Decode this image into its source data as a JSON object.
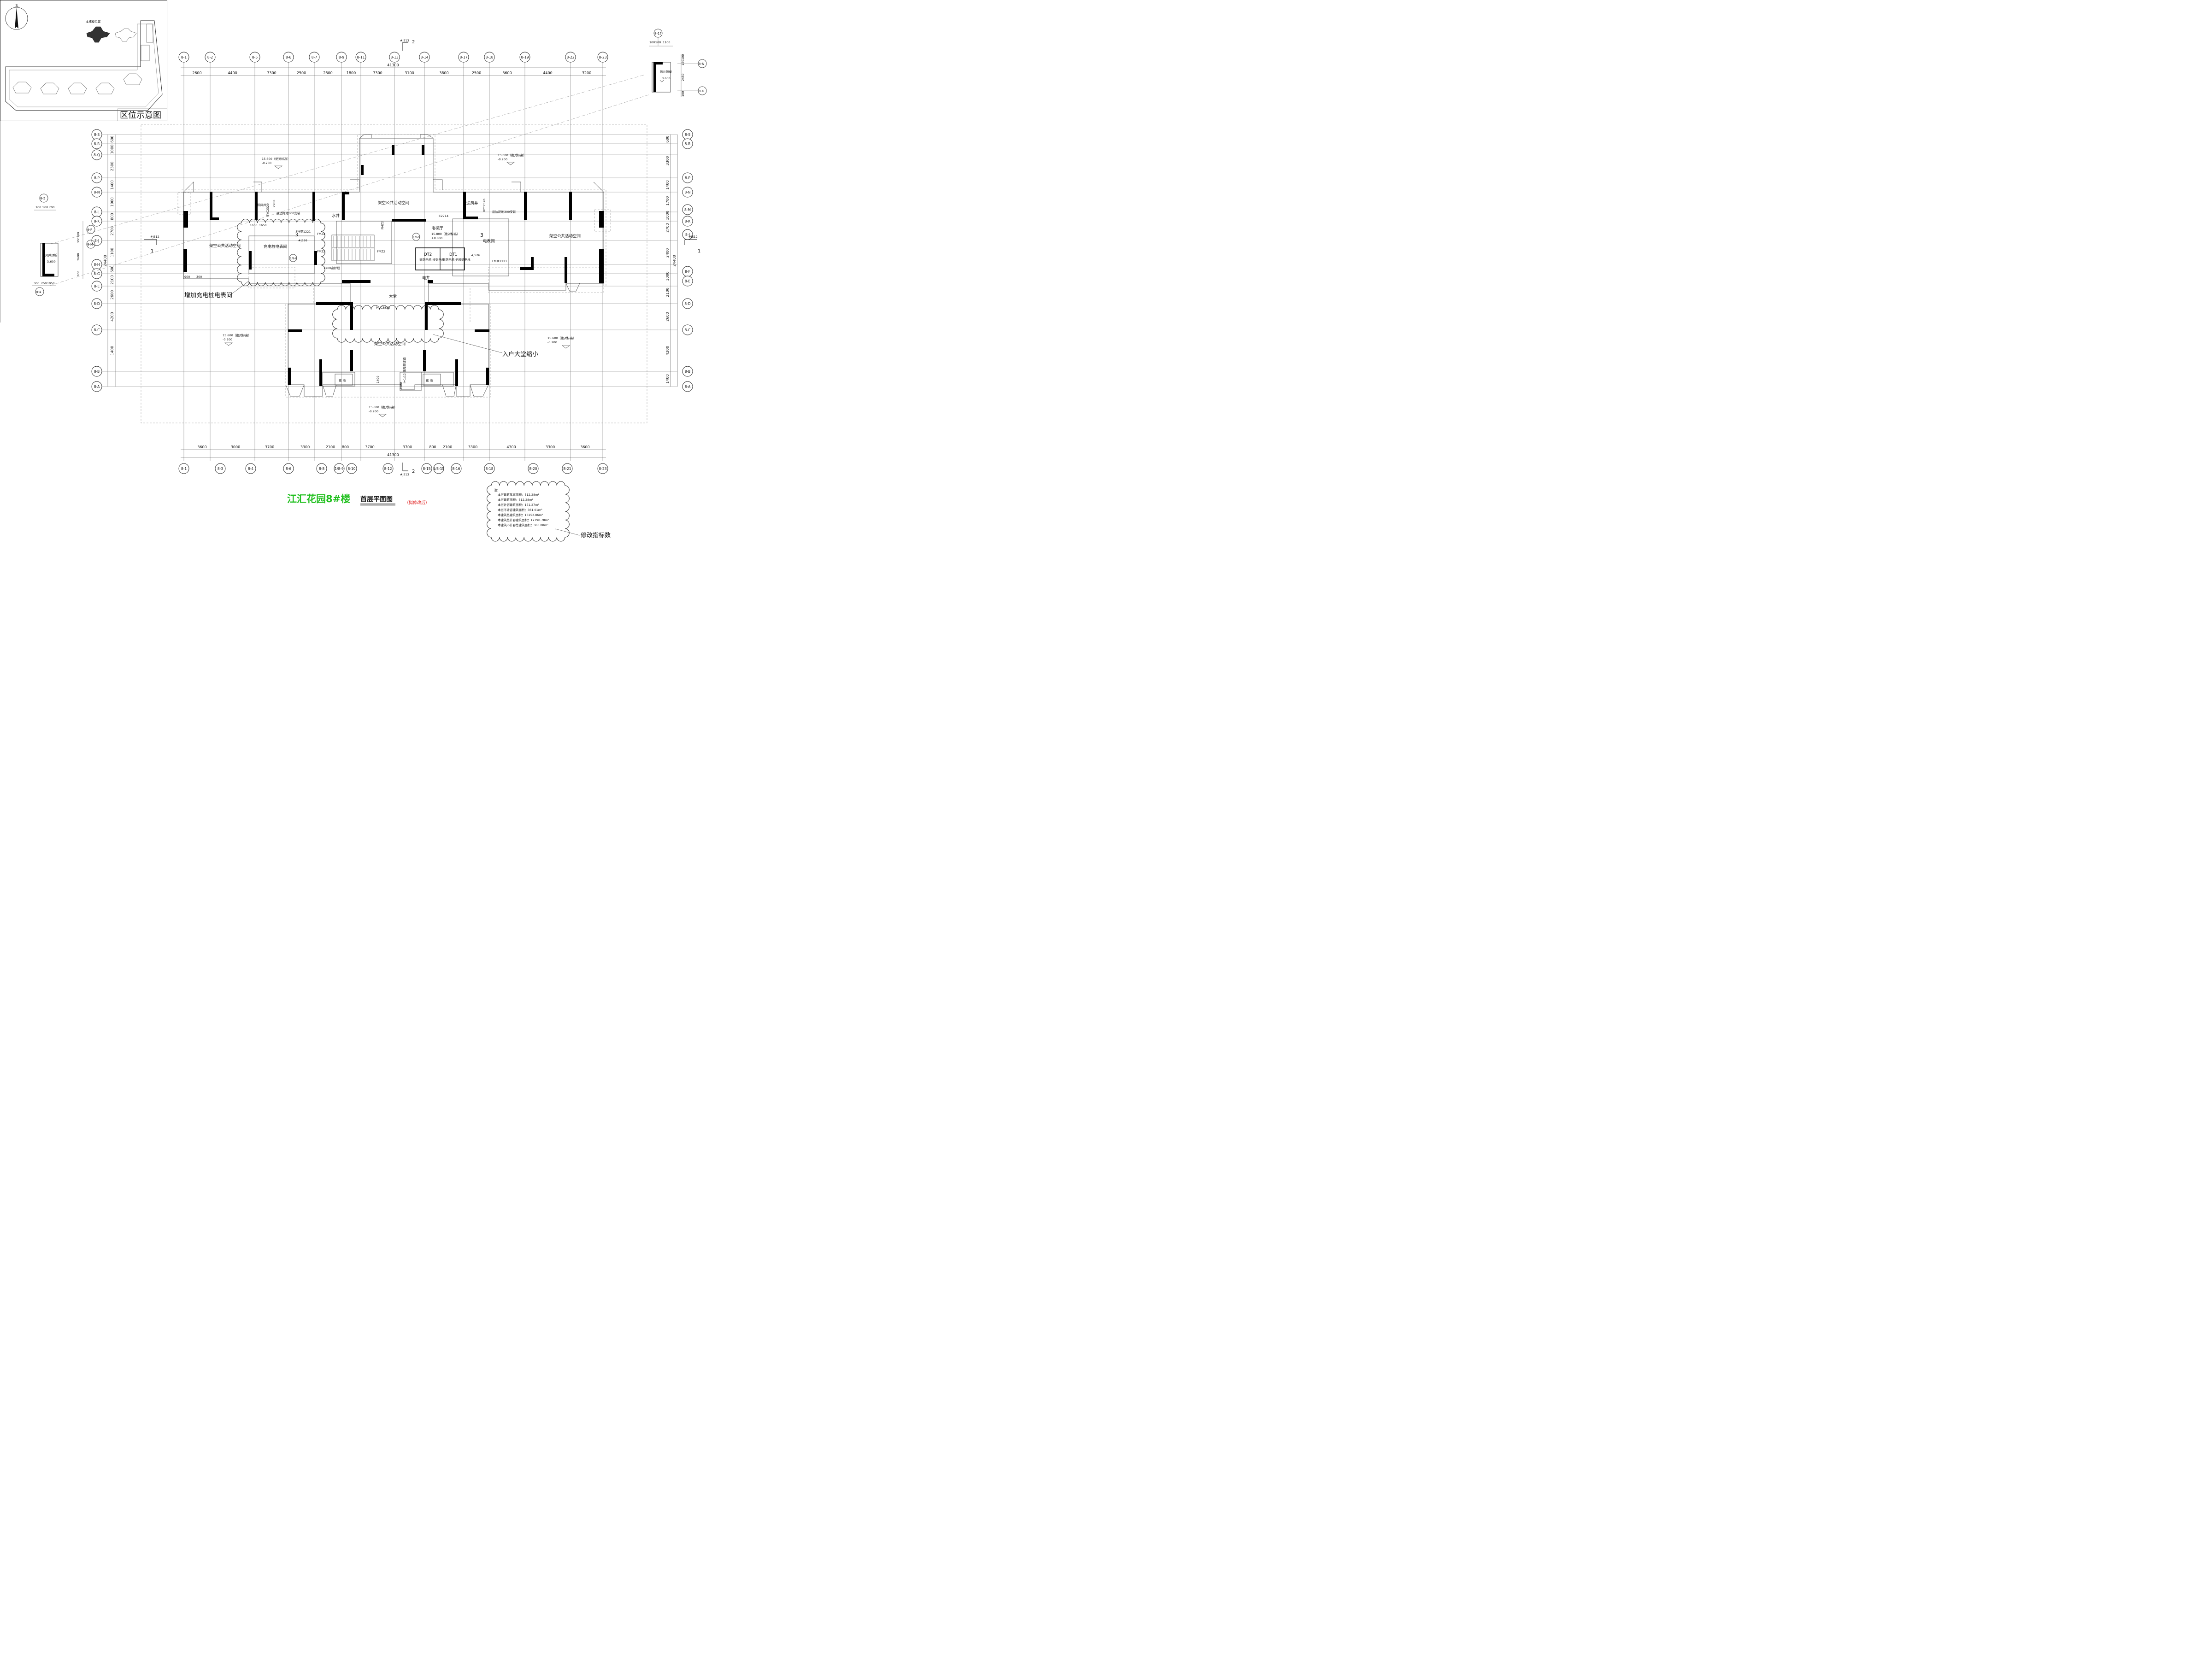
{
  "location_map": {
    "north_label": "北",
    "building_label": "本栋楼位置",
    "caption": "区位示意图"
  },
  "grid": {
    "top": [
      "8-1",
      "8-2",
      "8-5",
      "8-6",
      "8-7",
      "8-9",
      "8-11",
      "8-13",
      "8-14",
      "8-17",
      "8-18",
      "8-19",
      "8-22",
      "8-23"
    ],
    "top_dims": [
      "2600",
      "4400",
      "3300",
      "2500",
      "2800",
      "1800",
      "3300",
      "3100",
      "3800",
      "2500",
      "3600",
      "4400",
      "3200"
    ],
    "top_total": "41300",
    "bottom": [
      "8-1",
      "8-3",
      "8-4",
      "8-6",
      "8-8",
      "1/8-9",
      "8-10",
      "8-12",
      "8-15",
      "1/8-15",
      "8-16",
      "8-18",
      "8-20",
      "8-21",
      "8-23"
    ],
    "bottom_dims": [
      "3600",
      "3000",
      "3700",
      "3300",
      "2100",
      "800",
      "3700",
      "3700",
      "800",
      "2100",
      "3300",
      "4300",
      "3300",
      "3600"
    ],
    "bottom_total": "41300",
    "left": [
      "8-S",
      "8-R",
      "8-Q",
      "8-P",
      "8-N",
      "8-L",
      "8-K",
      "8-J",
      "8-H",
      "8-G",
      "8-E",
      "8-D",
      "8-C",
      "8-B",
      "8-A"
    ],
    "right": [
      "8-S",
      "8-R",
      "8-P",
      "8-N",
      "8-M",
      "8-K",
      "8-J",
      "8-F",
      "8-E",
      "8-D",
      "8-C",
      "8-B",
      "8-A"
    ],
    "left_dims": [
      "600",
      "1000",
      "2300",
      "1400",
      "1900",
      "800",
      "2700",
      "1100",
      "600",
      "2100",
      "2600",
      "4200",
      "1400"
    ],
    "right_dims": [
      "600",
      "3300",
      "1400",
      "1700",
      "1000",
      "2700",
      "2400",
      "1000",
      "2100",
      "2600",
      "4200",
      "1400"
    ],
    "left_total": "24400",
    "right_total": "24400"
  },
  "section_marks": {
    "top": "#JS13",
    "top_num": "2",
    "bottom": "#JS13",
    "bottom_num": "2",
    "left": "#JS12",
    "left_num": "1",
    "right": "#JS12",
    "right_num": "1"
  },
  "detail_right": {
    "bubbles": [
      "8-17",
      "8-N",
      "8-K"
    ],
    "dims_top": [
      "100",
      "500",
      "1100"
    ],
    "dims_side": [
      "100",
      "150",
      "2450",
      "100"
    ],
    "label": "风井顶板",
    "level": "3.600"
  },
  "detail_left": {
    "bubbles": [
      "8-5",
      "8-P",
      "8-N",
      "8-4"
    ],
    "dims_top": [
      "100",
      "500",
      "700"
    ],
    "dims_side": [
      "100",
      "300",
      "2600",
      "100"
    ],
    "dims_bottom": [
      "300",
      "250",
      "1050"
    ],
    "label": "风井顶板",
    "level": "3.600"
  },
  "rooms": {
    "lobby_top": "架空公共活动空间",
    "left_open": "架空公共活动空间",
    "right_open": "架空公共活动空间",
    "bottom_open": "架空公共活动空间",
    "charger_room": "充电桩电表间",
    "elevator_hall": "电梯厅",
    "meter_room": "电表间",
    "hall": "大堂",
    "water_well": "水井",
    "exhaust_shaft": "排风井",
    "supply_shaft": "送风井",
    "elec_shaft": "电井",
    "flower_bed": "花  池",
    "dt2": "DT2",
    "dt1": "DT1",
    "dt2_note": "消防电梯 担架电梯",
    "dt1_note": "消防电梯 无障碍电梯"
  },
  "levels": {
    "upper_left": [
      "15.600（绝对标高）",
      "-0.200"
    ],
    "upper_right": [
      "15.600（绝对标高）",
      "-0.200"
    ],
    "lower_left": [
      "15.600（绝对标高）",
      "-0.200"
    ],
    "lower_right": [
      "15.600（绝对标高）",
      "-0.200"
    ],
    "bottom_center": [
      "15.600（绝对标高）",
      "-0.200"
    ],
    "elevator_hall": [
      "15.800（绝对标高）",
      "±0.000"
    ]
  },
  "tags": {
    "window_c2714": "C2714",
    "door_mlc3833": "MLC3833",
    "fmj1221_a": "FM甲1221",
    "fmj1221_b": "FM甲1221",
    "fmz2_a": "FMZ2",
    "fmz2_b": "FMZ2",
    "fmz2_c": "FMZ2",
    "fmz2_d": "FMZ2",
    "byc_a": "BYC2320",
    "byc_b": "BYC2320",
    "js26_a": "#JS26",
    "js26_b": "#JS26",
    "railing": "1200高护栏",
    "ramp": "i=1:12 无障碍坡道",
    "bubble_1_8_9": "1/8-9",
    "bubble_1_8_8": "1/8-8",
    "num_3a": "3",
    "num_3b": "3",
    "d1650": "1650",
    "d1650b": "1650",
    "d2700": "2700",
    "d1400": "1400",
    "d2400": "2400",
    "d900": "900",
    "d300": "300",
    "note_a": "底边距地500安装",
    "note_b": "底边距地300安装"
  },
  "callouts": {
    "add_meter": "增加充电桩电表间",
    "lobby_smaller": "入户大堂缩小",
    "index_change": "修改指标数"
  },
  "title": {
    "project": "江汇花园8#楼",
    "drawing": "首层平面图",
    "status": "（拟修改后）"
  },
  "notes": {
    "heading": "注：",
    "lines": [
      "本层建筑基底面积：512.28m²",
      "本层建筑面积：512.28m²",
      "本层计容建筑面积：151.27m²",
      "本层不计容建筑面积：361.01m²",
      "本建筑总建筑面积：13153.86m²",
      "本建筑总计容建筑面积：12790.78m²",
      "本建筑不计容总建筑面积：363.08m²"
    ]
  },
  "colors": {
    "title_green": "#22c020",
    "status_red": "#e02020",
    "line": "#111111"
  }
}
